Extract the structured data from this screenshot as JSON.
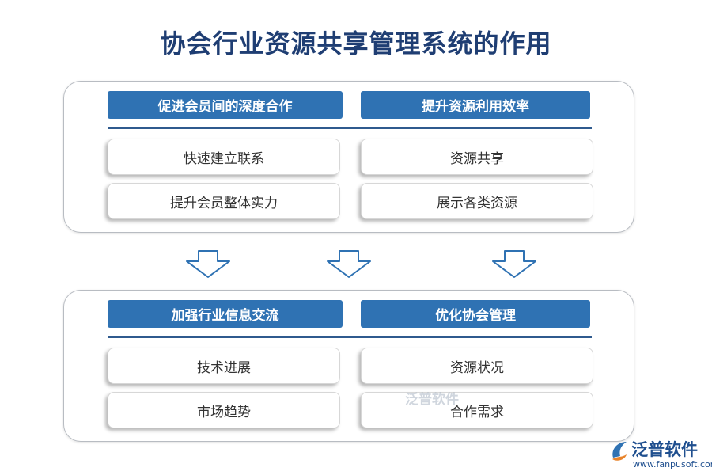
{
  "title": "协会行业资源共享管理系统的作用",
  "top_section": {
    "left": {
      "header": "促进会员间的深度合作",
      "items": [
        "快速建立联系",
        "提升会员整体实力"
      ]
    },
    "right": {
      "header": "提升资源利用效率",
      "items": [
        "资源共享",
        "展示各类资源"
      ]
    }
  },
  "bottom_section": {
    "left": {
      "header": "加强行业信息交流",
      "items": [
        "技术进展",
        "市场趋势"
      ]
    },
    "right": {
      "header": "优化协会管理",
      "items": [
        "资源状况",
        "合作需求"
      ]
    }
  },
  "watermark": {
    "text": "泛普软件"
  },
  "brand": {
    "name": "泛普软件",
    "url": "www.fanpusoft.com"
  },
  "colors": {
    "title": "#1f3e73",
    "header_bg": "#2f72b3",
    "divider": "#2f5a8e",
    "arrow_stroke": "#2f72b3"
  }
}
